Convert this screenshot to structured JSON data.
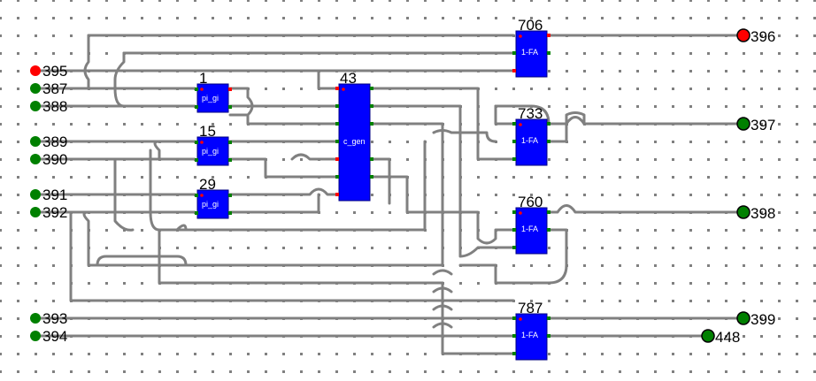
{
  "colors": {
    "background": "#ffffff",
    "grid_dot": "#808080",
    "wire": "#808080",
    "block_fill": "#0000ff",
    "block_stroke": "#000080",
    "pin_out": "#ff0000",
    "pin_in": "#008000",
    "input_on": "#ff0000",
    "input_off": "#008000"
  },
  "inputs": [
    {
      "label": "395",
      "state": "on"
    },
    {
      "label": "387",
      "state": "off"
    },
    {
      "label": "388",
      "state": "off"
    },
    {
      "label": "389",
      "state": "off"
    },
    {
      "label": "390",
      "state": "off"
    },
    {
      "label": "391",
      "state": "off"
    },
    {
      "label": "392",
      "state": "off"
    }
  ],
  "inputs_bottom": [
    {
      "label": "393",
      "state": "off"
    },
    {
      "label": "394",
      "state": "off"
    }
  ],
  "outputs": [
    {
      "label": "396",
      "state": "on"
    },
    {
      "label": "397",
      "state": "off"
    },
    {
      "label": "398",
      "state": "off"
    },
    {
      "label": "399",
      "state": "off"
    },
    {
      "label": "448",
      "state": "off"
    }
  ],
  "blocks": [
    {
      "id": "1",
      "name": "pi_gi"
    },
    {
      "id": "15",
      "name": "pi_gi"
    },
    {
      "id": "29",
      "name": "pi_gi"
    },
    {
      "id": "43",
      "name": "c_gen"
    },
    {
      "id": "706",
      "name": "1-FA"
    },
    {
      "id": "733",
      "name": "1-FA"
    },
    {
      "id": "760",
      "name": "1-FA"
    },
    {
      "id": "787",
      "name": "1-FA"
    }
  ]
}
